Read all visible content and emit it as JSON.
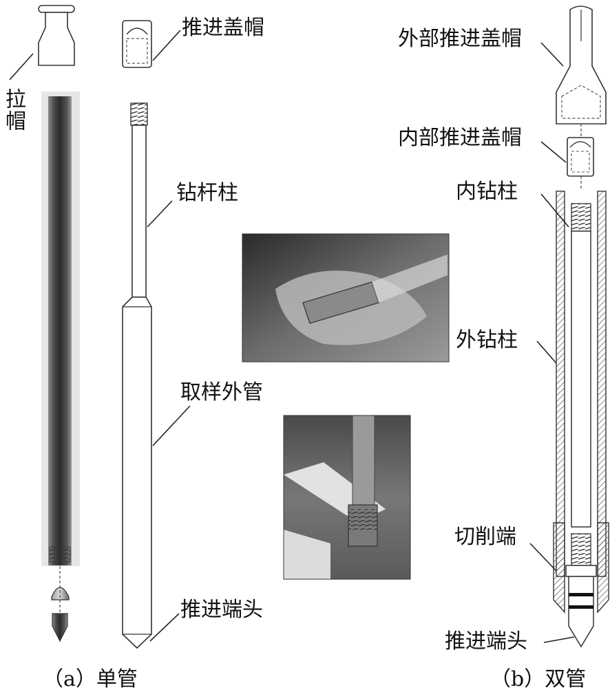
{
  "labels": {
    "pull_cap": "拉帽",
    "drive_cap": "推进盖帽",
    "drill_rod": "钻杆柱",
    "outer_sample_tube": "取样外管",
    "drive_head_a": "推进端头",
    "outer_drive_cap": "外部推进盖帽",
    "inner_drive_cap": "内部推进盖帽",
    "inner_drill_rod": "内钻柱",
    "outer_drill_rod": "外钻柱",
    "cutting_shoe": "切削端",
    "drive_head_b": "推进端头"
  },
  "captions": {
    "a": "（a）单管",
    "b": "（b）双管"
  },
  "colors": {
    "line": "#222222",
    "rod_dark": "#3c3c3c",
    "rod_mid": "#6a6a6a",
    "hatch": "#555555",
    "photo_bg": "#5a5a5a"
  }
}
